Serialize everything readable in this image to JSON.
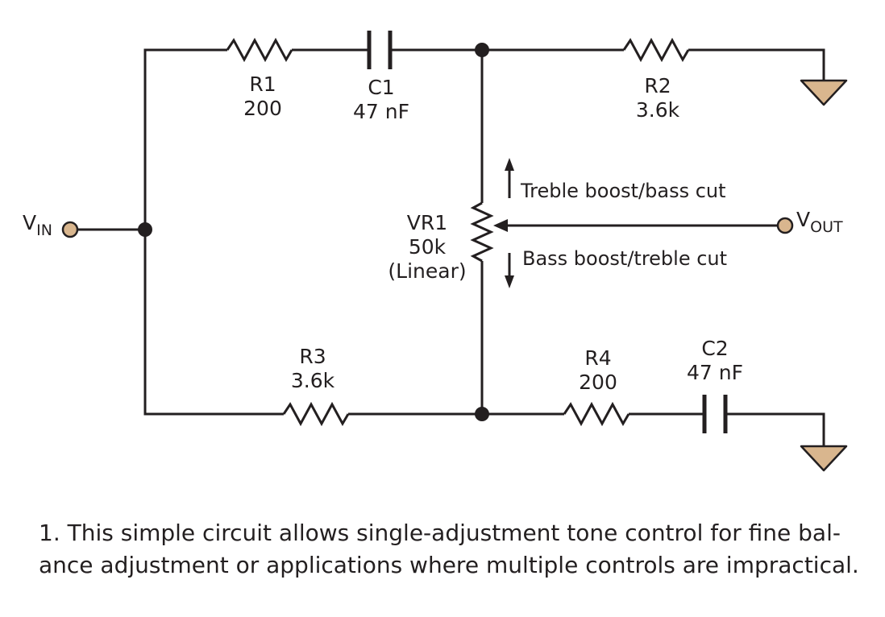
{
  "components": {
    "r1": {
      "name": "R1",
      "value": "200"
    },
    "c1": {
      "name": "C1",
      "value": "47 nF"
    },
    "r2": {
      "name": "R2",
      "value": "3.6k"
    },
    "vr1": {
      "name": "VR1",
      "value": "50k",
      "note": "(Linear)"
    },
    "r3": {
      "name": "R3",
      "value": "3.6k"
    },
    "r4": {
      "name": "R4",
      "value": "200"
    },
    "c2": {
      "name": "C2",
      "value": "47 nF"
    }
  },
  "terminals": {
    "vin": {
      "main": "V",
      "sub": "IN"
    },
    "vout": {
      "main": "V",
      "sub": "OUT"
    }
  },
  "annotations": {
    "treble": "Treble boost/bass cut",
    "bass": "Bass boost/treble cut"
  },
  "colors": {
    "wire": "#231f20",
    "ground_fill": "#d9b68e",
    "terminal_fill": "#d9b68e"
  },
  "caption": {
    "line1": "1. This simple circuit allows single-adjustment tone control for fine bal-",
    "line2": "ance adjustment or applications where multiple controls are impractical."
  }
}
